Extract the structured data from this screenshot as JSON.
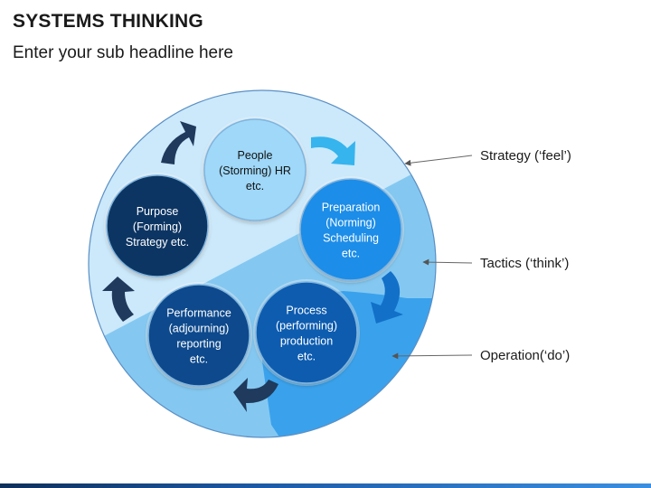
{
  "header": {
    "title": "SYSTEMS THINKING",
    "subtitle": "Enter your sub headline here"
  },
  "layers": [
    {
      "label": "Strategy (‘feel’)",
      "color": "#cbe9fb"
    },
    {
      "label": "Tactics (‘think’)",
      "color": "#84c8f1"
    },
    {
      "label": "Operation(‘do’)",
      "color": "#3aa2ec"
    }
  ],
  "nodes": [
    {
      "lines": [
        "People",
        "(Storming) HR",
        "etc."
      ],
      "fill": "#9fd8f8",
      "text_color": "#111111"
    },
    {
      "lines": [
        "Preparation",
        "(Norming)",
        "Scheduling",
        "etc."
      ],
      "fill": "#1e8de8",
      "text_color": "#ffffff"
    },
    {
      "lines": [
        "Process",
        "(performing)",
        "production",
        "etc."
      ],
      "fill": "#0a5cb0",
      "text_color": "#ffffff"
    },
    {
      "lines": [
        "Performance",
        "(adjourning)",
        "reporting",
        "etc."
      ],
      "fill": "#0c4a8c",
      "text_color": "#ffffff"
    },
    {
      "lines": [
        "Purpose",
        "(Forming)",
        "Strategy etc."
      ],
      "fill": "#0a3563",
      "text_color": "#ffffff"
    }
  ],
  "colors": {
    "circle_outline": "#5b8fc4",
    "arrow_dark": "#1f3a5c",
    "arrow_light": "#35b4ee",
    "arrow_mid": "#1270c8"
  }
}
